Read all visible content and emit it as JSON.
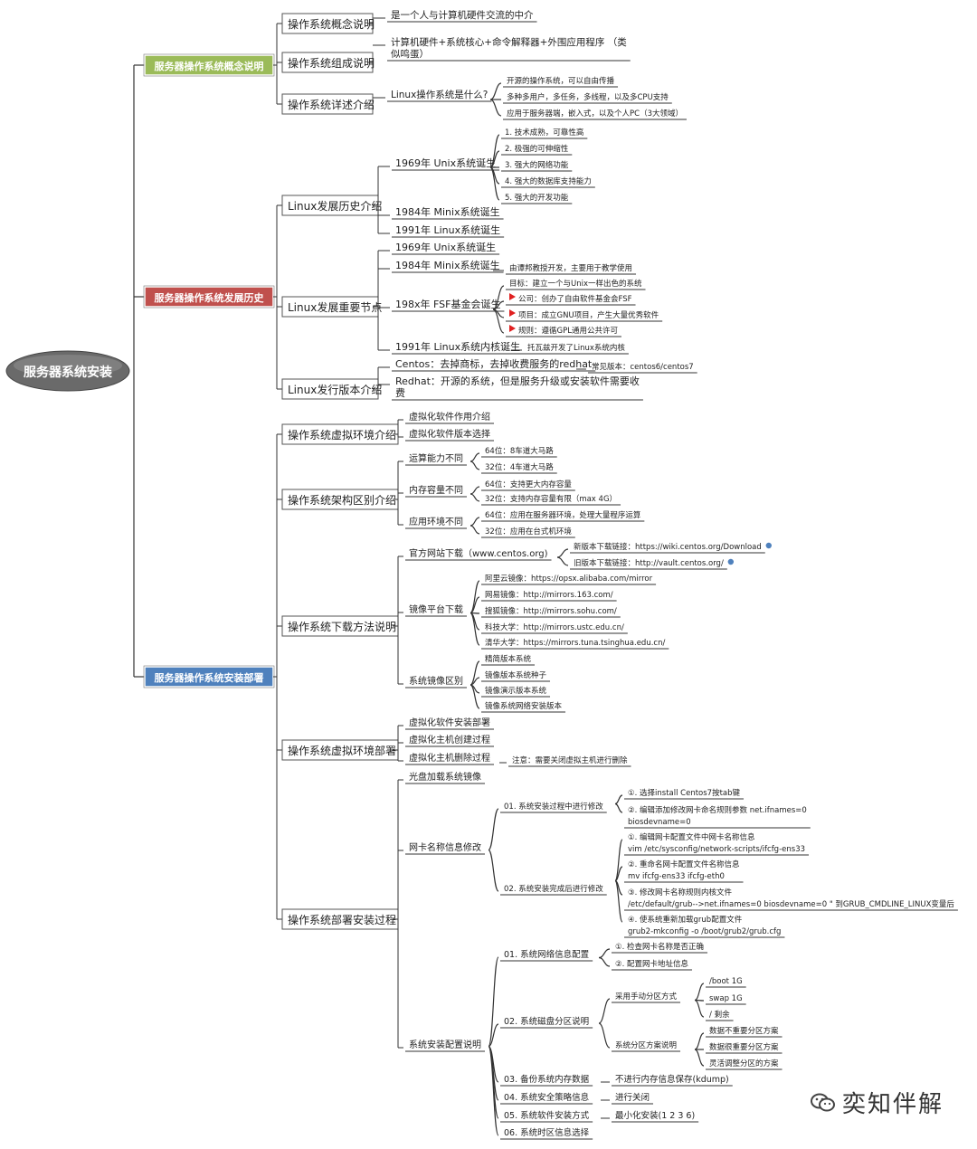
{
  "root": "服务器系统安装",
  "watermark": "奕知伴解",
  "colors": {
    "green": "#9bbb59",
    "red": "#c0504d",
    "blue": "#4f81bd",
    "line": "#333333",
    "dot": "#4f81bd",
    "flag": "#e02020"
  },
  "sections": [
    {
      "label": "服务器操作系统概念说明",
      "color": "green",
      "children": [
        {
          "label": "操作系统概念说明",
          "children": [
            {
              "label": "是一个人与计算机硬件交流的中介"
            }
          ]
        },
        {
          "label": "操作系统组成说明",
          "children": [
            {
              "label": "计算机硬件+系统核心+命令解释器+外围应用程序 （类",
              "label2": "似鸣蛋）"
            }
          ]
        },
        {
          "label": "操作系统详述介绍",
          "children": [
            {
              "label": "Linux操作系统是什么?",
              "children": [
                {
                  "label": "开源的操作系统，可以自由传播"
                },
                {
                  "label": "多种多用户，多任务，多线程，以及多CPU支持"
                },
                {
                  "label": "应用于服务器端，嵌入式，以及个人PC（3大领域）"
                }
              ]
            }
          ]
        }
      ]
    },
    {
      "label": "服务器操作系统发展历史",
      "color": "red",
      "children": [
        {
          "label": "Linux发展历史介绍",
          "children": [
            {
              "label": "1969年 Unix系统诞生",
              "children": [
                {
                  "label": "1. 技术成熟，可靠性高"
                },
                {
                  "label": "2. 极强的可伸缩性"
                },
                {
                  "label": "3. 强大的网络功能"
                },
                {
                  "label": "4. 强大的数据库支持能力"
                },
                {
                  "label": "5. 强大的开发功能"
                }
              ]
            },
            {
              "label": "1984年 Minix系统诞生"
            },
            {
              "label": "1991年 Linux系统诞生"
            }
          ]
        },
        {
          "label": "Linux发展重要节点",
          "children": [
            {
              "label": "1969年 Unix系统诞生"
            },
            {
              "label": "1984年 Minix系统诞生",
              "children": [
                {
                  "label": "由谭邦教授开发，主要用于教学使用"
                }
              ]
            },
            {
              "label": "198x年 FSF基金会诞生",
              "children": [
                {
                  "label": "目标：建立一个与Unix一样出色的系统"
                },
                {
                  "label": "公司：创办了自由软件基金会FSF",
                  "flag": true
                },
                {
                  "label": "项目：成立GNU项目，产生大量优秀软件",
                  "flag": true
                },
                {
                  "label": "规则：遵循GPL通用公共许可",
                  "flag": true
                }
              ]
            },
            {
              "label": "1991年 Linux系统内核诞生",
              "children": [
                {
                  "label": "托瓦兹开发了Linux系统内核"
                }
              ]
            }
          ]
        },
        {
          "label": "Linux发行版本介绍",
          "children": [
            {
              "label": "Centos：去掉商标，去掉收费服务的redhat",
              "children": [
                {
                  "label": "常见版本：centos6/centos7"
                }
              ]
            },
            {
              "label": "Redhat：开源的系统，但是服务升级或安装软件需要收",
              "label2": "费"
            }
          ]
        }
      ]
    },
    {
      "label": "服务器操作系统安装部署",
      "color": "blue",
      "children": [
        {
          "label": "操作系统虚拟环境介绍",
          "children": [
            {
              "label": "虚拟化软件作用介绍"
            },
            {
              "label": "虚拟化软件版本选择"
            }
          ]
        },
        {
          "label": "操作系统架构区别介绍",
          "children": [
            {
              "label": "运算能力不同",
              "children": [
                {
                  "label": "64位：8车道大马路"
                },
                {
                  "label": "32位：4车道大马路"
                }
              ]
            },
            {
              "label": "内存容量不同",
              "children": [
                {
                  "label": "64位：支持更大内存容量"
                },
                {
                  "label": "32位：支持内存容量有限（max 4G）"
                }
              ]
            },
            {
              "label": "应用环境不同",
              "children": [
                {
                  "label": "64位：应用在服务器环境，处理大量程序运算"
                },
                {
                  "label": "32位：应用在台式机环境"
                }
              ]
            }
          ]
        },
        {
          "label": "操作系统下载方法说明",
          "children": [
            {
              "label": "官方网站下载（www.centos.org)",
              "children": [
                {
                  "label": "新版本下载链接：https://wiki.centos.org/Download",
                  "dot": true
                },
                {
                  "label": "旧版本下载链接：http://vault.centos.org/",
                  "dot": true
                }
              ]
            },
            {
              "label": "镜像平台下载",
              "children": [
                {
                  "label": "阿里云镜像：https://opsx.alibaba.com/mirror"
                },
                {
                  "label": "网易镜像：http://mirrors.163.com/"
                },
                {
                  "label": "搜狐镜像：http://mirrors.sohu.com/"
                },
                {
                  "label": "科技大学：http://mirrors.ustc.edu.cn/"
                },
                {
                  "label": "清华大学：https://mirrors.tuna.tsinghua.edu.cn/"
                }
              ]
            },
            {
              "label": "系统镜像区别",
              "children": [
                {
                  "label": "精简版本系统"
                },
                {
                  "label": "镜像版本系统种子"
                },
                {
                  "label": "镜像演示版本系统"
                },
                {
                  "label": "镜像系统网络安装版本"
                }
              ]
            }
          ]
        },
        {
          "label": "操作系统虚拟环境部署",
          "children": [
            {
              "label": "虚拟化软件安装部署"
            },
            {
              "label": "虚拟化主机创建过程"
            },
            {
              "label": "虚拟化主机删除过程",
              "children": [
                {
                  "label": "注意：需要关闭虚拟主机进行删除"
                }
              ]
            }
          ]
        },
        {
          "label": "操作系统部署安装过程",
          "children": [
            {
              "label": "光盘加载系统镜像"
            },
            {
              "label": "网卡名称信息修改",
              "children": [
                {
                  "label": "01. 系统安装过程中进行修改",
                  "children": [
                    {
                      "label": "①. 选择install Centos7按tab键"
                    },
                    {
                      "label": "②. 编辑添加修改网卡命名规则参数 net.ifnames=0",
                      "label2": "biosdevname=0"
                    }
                  ]
                },
                {
                  "label": "02. 系统安装完成后进行修改",
                  "children": [
                    {
                      "label": "①. 编辑网卡配置文件中网卡名称信息",
                      "label2": "vim /etc/sysconfig/network-scripts/ifcfg-ens33"
                    },
                    {
                      "label": "②. 重命名网卡配置文件名称信息",
                      "label2": "mv ifcfg-ens33 ifcfg-eth0"
                    },
                    {
                      "label": "③. 修改网卡名称规则内核文件",
                      "label2": "/etc/default/grub-->net.ifnames=0 biosdevname=0 \" 到GRUB_CMDLINE_LINUX变量后"
                    },
                    {
                      "label": "④. 使系统重新加载grub配置文件",
                      "label2": "grub2-mkconfig -o /boot/grub2/grub.cfg"
                    }
                  ]
                }
              ]
            },
            {
              "label": "系统安装配置说明",
              "children": [
                {
                  "label": "01. 系统网络信息配置",
                  "children": [
                    {
                      "label": "①. 检查网卡名称是否正确"
                    },
                    {
                      "label": "②. 配置网卡地址信息"
                    }
                  ]
                },
                {
                  "label": "02. 系统磁盘分区说明",
                  "children": [
                    {
                      "label": "采用手动分区方式",
                      "children": [
                        {
                          "label": "/boot 1G"
                        },
                        {
                          "label": "swap 1G"
                        },
                        {
                          "label": "/ 剩余"
                        }
                      ]
                    },
                    {
                      "label": "系统分区方案说明",
                      "children": [
                        {
                          "label": "数据不重要分区方案"
                        },
                        {
                          "label": "数据很重要分区方案"
                        },
                        {
                          "label": "灵活调整分区的方案"
                        }
                      ]
                    }
                  ]
                },
                {
                  "label": "03. 备份系统内存数据",
                  "children": [
                    {
                      "label": "不进行内存信息保存(kdump)"
                    }
                  ]
                },
                {
                  "label": "04. 系统安全策略信息",
                  "children": [
                    {
                      "label": "进行关闭"
                    }
                  ]
                },
                {
                  "label": "05. 系统软件安装方式",
                  "children": [
                    {
                      "label": "最小化安装(1 2 3 6)"
                    }
                  ]
                },
                {
                  "label": "06. 系统时区信息选择"
                }
              ]
            }
          ]
        }
      ]
    }
  ]
}
